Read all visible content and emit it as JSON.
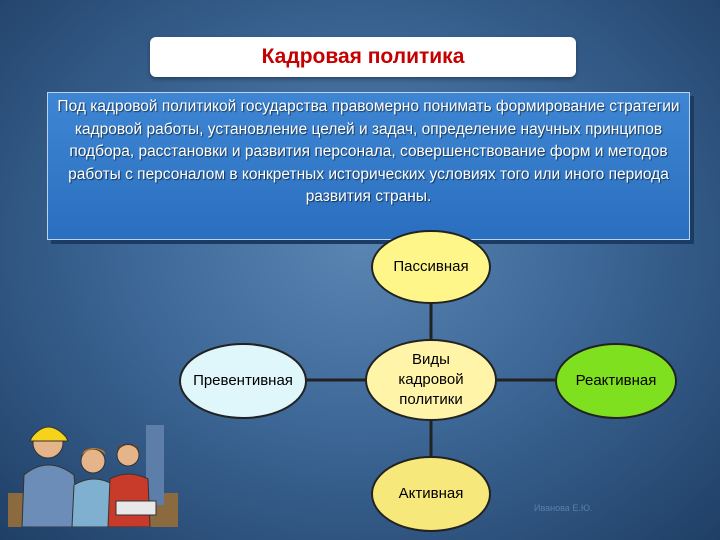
{
  "slide": {
    "title": "Кадровая политика",
    "definition": "Под кадровой политикой государства правомерно понимать формирование стратегии кадровой работы, установление целей и задач, определение научных принципов подбора, расстановки и развития персонала, совершенствование форм и методов работы с персоналом в конкретных исторических условиях того или иного периода развития страны."
  },
  "diagram": {
    "center": "Виды кадровой политики",
    "top": "Пассивная",
    "left": "Превентивная",
    "right": "Реактивная",
    "bottom": "Активная",
    "colors": {
      "top": "#fff68a",
      "left": "#dff7fb",
      "right": "#7fe01f",
      "center": "#fff4a8",
      "bottom": "#f6e87a",
      "connector": "#222222"
    }
  },
  "footer": {
    "text": "Иванова Е.Ю."
  },
  "illustration": {
    "icon": "office-workers-icon"
  }
}
